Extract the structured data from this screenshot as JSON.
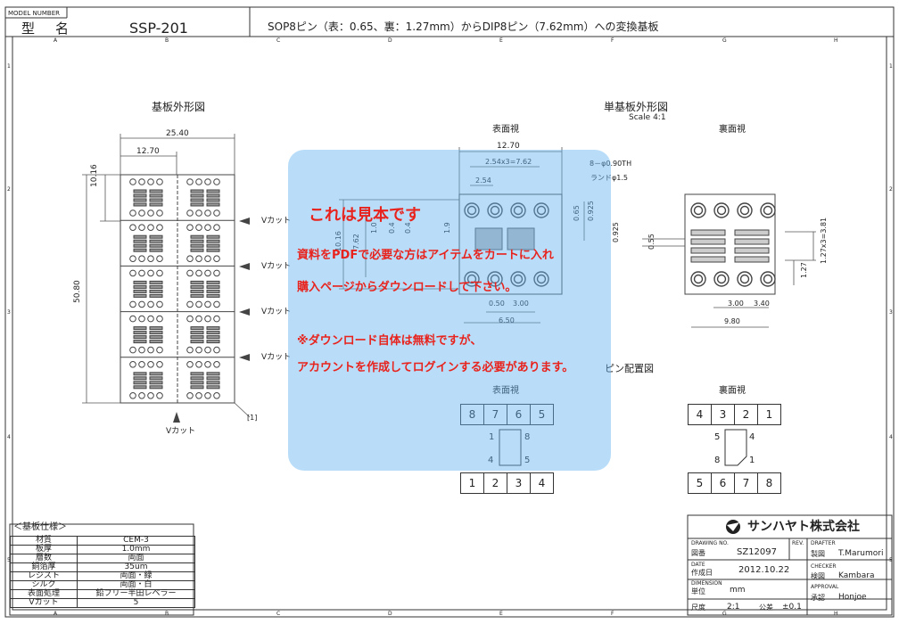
{
  "title_block": {
    "model_number_label": "MODEL NUMBER",
    "model_label": "型　名",
    "model_value": "SSP-201",
    "description": "SOP8ピン（表：0.65、裏：1.27mm）からDIP8ピン（7.62mm）への変換基板"
  },
  "border_letters": [
    "A",
    "B",
    "C",
    "D",
    "E",
    "F",
    "G",
    "H"
  ],
  "border_numbers": [
    "1",
    "2",
    "3",
    "4",
    "5"
  ],
  "board_outline": {
    "title": "基板外形図",
    "dim_width": "25.40",
    "dim_half": "12.70",
    "dim_pitch": "10.16",
    "dim_height": "50.80",
    "vcut_labels": [
      "Vカット",
      "Vカット",
      "Vカット",
      "Vカット"
    ],
    "vcut_bottom": "Vカット",
    "marker": "[1]"
  },
  "single_board": {
    "title": "単基板外形図",
    "scale": "Scale 4:1",
    "front_title": "表面視",
    "back_title": "裏面視",
    "front_dims": {
      "width": "12.70",
      "pitch_total": "2.54x3=7.62",
      "pitch": "2.54",
      "hole": "8－φ0.90TH",
      "land": "ランドφ1.5",
      "d0_65": "0.65",
      "d0_925": "0.925",
      "d0_925b": "0.925",
      "d10_16": "10.16",
      "d7_62": "7.62",
      "d1_0": "1.0",
      "d0_4": "0.4",
      "d0_4b": "0.4",
      "d1_9": "1.9",
      "d0_50": "0.50",
      "d3_00": "3.00",
      "d6_50": "6.50"
    },
    "back_dims": {
      "d0_55": "0.55",
      "d1_27": "1.27",
      "d1_27x3": "1.27x3=3.81",
      "d3_00": "3.00",
      "d3_40": "3.40",
      "d9_80": "9.80"
    }
  },
  "pin_layout": {
    "title": "ピン配置図",
    "front_title": "表面視",
    "back_title": "裏面視",
    "front_top": [
      "8",
      "7",
      "6",
      "5"
    ],
    "front_bottom": [
      "1",
      "2",
      "3",
      "4"
    ],
    "front_chip": {
      "tl": "1",
      "tr": "8",
      "bl": "4",
      "br": "5"
    },
    "back_top": [
      "4",
      "3",
      "2",
      "1"
    ],
    "back_bottom": [
      "5",
      "6",
      "7",
      "8"
    ],
    "back_chip": {
      "tl": "5",
      "tr": "4",
      "bl": "8",
      "br": "1"
    }
  },
  "overlay": {
    "line1": "これは見本です",
    "line2": "資料をPDFで必要な方はアイテムをカートに入れ",
    "line3": "購入ページからダウンロードして下さい。",
    "line4": "※ダウンロード自体は無料ですが、",
    "line5": "アカウントを作成してログインする必要があります。"
  },
  "spec": {
    "title": "＜基板仕様＞",
    "rows": [
      {
        "k": "材質",
        "v": "CEM-3"
      },
      {
        "k": "板厚",
        "v": "1.0mm"
      },
      {
        "k": "層数",
        "v": "両面"
      },
      {
        "k": "銅箔厚",
        "v": "35um"
      },
      {
        "k": "レジスト",
        "v": "両面・緑"
      },
      {
        "k": "シルク",
        "v": "両面・白"
      },
      {
        "k": "表面処理",
        "v": "鉛フリー半田レベラー"
      },
      {
        "k": "Vカット",
        "v": "5"
      }
    ]
  },
  "company": {
    "name": "サンハヤト株式会社",
    "drawing_no_label": "DRAWING NO.",
    "drawing_no_jp": "図番",
    "drawing_no": "SZ12097",
    "rev_label": "REV.",
    "date_label": "DATE",
    "date_jp": "作成日",
    "date": "2012.10.22",
    "dimension_label": "DIMENSION",
    "unit_jp": "単位",
    "unit": "mm",
    "scale_jp": "尺度",
    "scale": "2:1",
    "tolerance_jp": "公差",
    "tolerance": "±0.1",
    "drafter_label": "DRAFTER",
    "drafter_jp": "製図",
    "drafter": "T.Marumori",
    "checker_label": "CHECKER",
    "checker_jp": "検図",
    "checker": "Kambara",
    "approval_label": "APPROVAL",
    "approval_jp": "承認",
    "approval": "Honjoe"
  }
}
